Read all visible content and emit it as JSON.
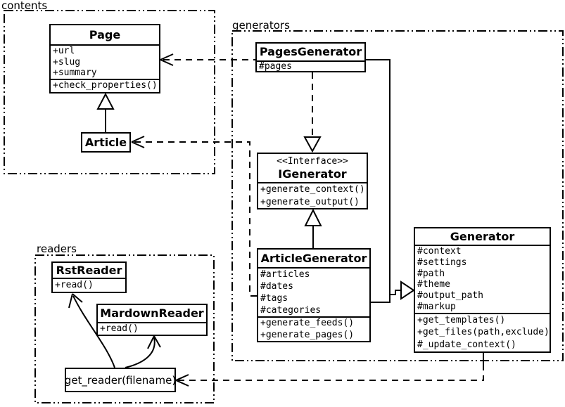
{
  "packages": {
    "contents": {
      "label": "contents"
    },
    "generators": {
      "label": "generators"
    },
    "readers": {
      "label": "readers"
    }
  },
  "classes": {
    "page": {
      "title": "Page",
      "attributes": [
        "+url",
        "+slug",
        "+summary"
      ],
      "methods": [
        "+check_properties()"
      ]
    },
    "article": {
      "title": "Article"
    },
    "pages_generator": {
      "title": "PagesGenerator",
      "attributes": [
        "#pages"
      ]
    },
    "igenerator": {
      "stereotype": "<<Interface>>",
      "title": "IGenerator",
      "methods": [
        "+generate_context()",
        "+generate_output()"
      ]
    },
    "article_generator": {
      "title": "ArticleGenerator",
      "attributes": [
        "#articles",
        "#dates",
        "#tags",
        "#categories"
      ],
      "methods": [
        "+generate_feeds()",
        "+generate_pages()"
      ]
    },
    "generator": {
      "title": "Generator",
      "attributes": [
        "#context",
        "#settings",
        "#path",
        "#theme",
        "#output_path",
        "#markup"
      ],
      "methods": [
        "+get_templates()",
        "+get_files(path,exclude)",
        "#_update_context()"
      ]
    },
    "rst_reader": {
      "title": "RstReader",
      "methods": [
        "+read()"
      ]
    },
    "mardown_reader": {
      "title": "MardownReader",
      "methods": [
        "+read()"
      ]
    },
    "get_reader": {
      "label": "get_reader(filename)"
    }
  },
  "colors": {
    "stroke": "#000000",
    "background": "#ffffff"
  }
}
